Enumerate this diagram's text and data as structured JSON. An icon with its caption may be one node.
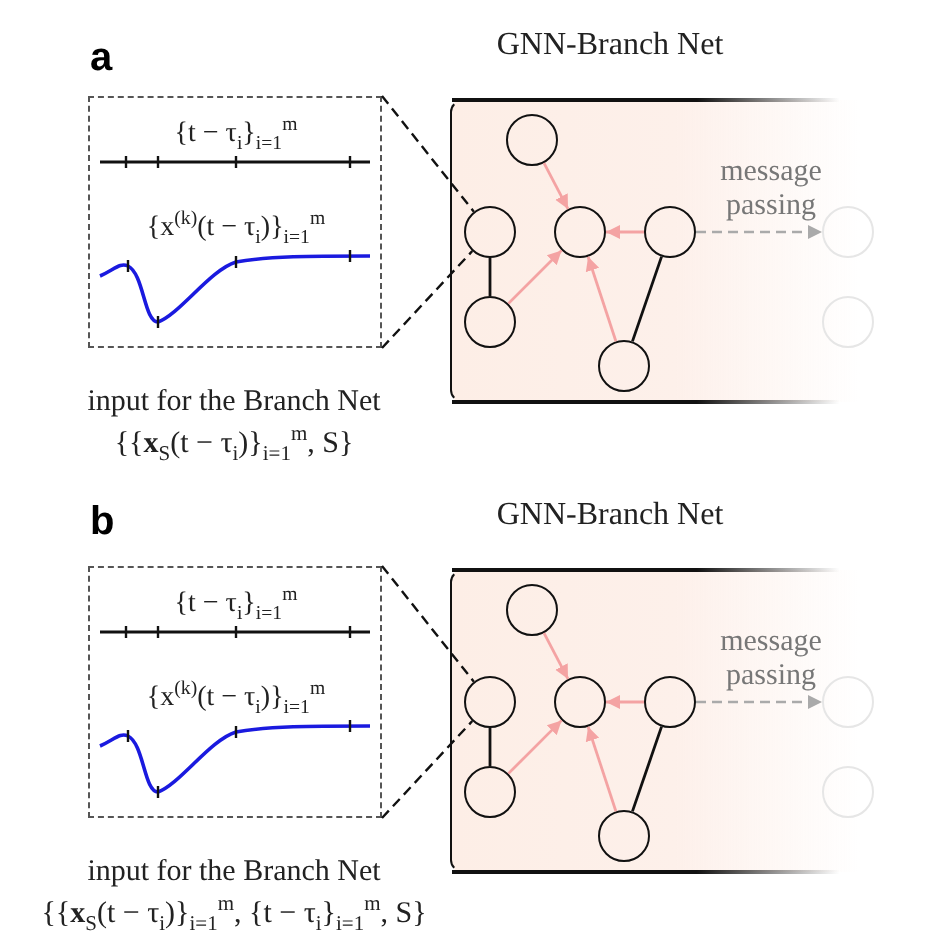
{
  "diagram": {
    "nodes": [
      {
        "text": [
          "{t − τ$_{i}$}$_{i=1}$$^{m}$",
          "{x$^{(k)}$(t − τ$_{i}$)}$_{i=1}$$^{m}$"
        ],
        "beside": [
          "input for the Branch Net",
          "{{**x**$_{S}$(t − τ$_{i}$)}$_{i=1}$$^{m}$, S}"
        ]
      },
      {
        "text": [
          "GNN-Branch Net"
        ]
      },
      {
        "text": [],
        "shape": "circle",
        "in": 1
      },
      {
        "text": [],
        "shape": "circle",
        "in": 1
      },
      {
        "text": [],
        "shape": "circle",
        "in": 1
      },
      {
        "text": [],
        "shape": "circle",
        "in": 1
      },
      {
        "text": [],
        "shape": "circle",
        "in": 1
      },
      {
        "text": [],
        "shape": "circle",
        "in": 1
      },
      {
        "text": [],
        "shape": "circle",
        "in": 1
      },
      {
        "text": [],
        "shape": "circle",
        "in": 1
      },
      {
        "text": [
          "{t − τ$_{i}$}$_{i=1}$$^{m}$",
          "{x$^{(k)}$(t − τ$_{i}$)}$_{i=1}$$^{m}$"
        ],
        "beside": [
          "input for the Branch Net",
          "{{**x**$_{S}$(t − τ$_{i}$)}$_{i=1}$$^{m}$, {t − τ$_{i}$}$_{i=1}$$^{m}$, S}"
        ]
      },
      {
        "text": [
          "GNN-Branch Net"
        ]
      },
      {
        "text": [],
        "shape": "circle",
        "in": 11
      },
      {
        "text": [],
        "shape": "circle",
        "in": 11
      },
      {
        "text": [],
        "shape": "circle",
        "in": 11
      },
      {
        "text": [],
        "shape": "circle",
        "in": 11
      },
      {
        "text": [],
        "shape": "circle",
        "in": 11
      },
      {
        "text": [],
        "shape": "circle",
        "in": 11
      },
      {
        "text": [],
        "shape": "circle",
        "in": 11
      },
      {
        "text": [],
        "shape": "circle",
        "in": 11
      }
    ],
    "edges": [
      {
        "from": 2,
        "to": 4,
        "arrow": "to",
        "color": "#f4a3a3"
      },
      {
        "from": 5,
        "to": 4,
        "arrow": "to",
        "color": "#f4a3a3"
      },
      {
        "from": 6,
        "to": 4,
        "arrow": "to",
        "color": "#f4a3a3"
      },
      {
        "from": 7,
        "to": 4,
        "arrow": "to",
        "color": "#f4a3a3"
      },
      {
        "from": 3,
        "to": 6,
        "arrow": "none",
        "color": "#111111"
      },
      {
        "from": 5,
        "to": 7,
        "arrow": "none",
        "color": "#111111"
      },
      {
        "from": 5,
        "to": 8,
        "arrow": "to",
        "label": "message passing",
        "style": "dashed",
        "color": "#aaaaaa"
      },
      {
        "from": 0,
        "to": 3,
        "arrow": "none",
        "style": "dashed",
        "color": "#111111"
      },
      {
        "from": 0,
        "to": 3,
        "arrow": "none",
        "style": "dashed",
        "color": "#111111"
      },
      {
        "from": 12,
        "to": 14,
        "arrow": "to",
        "color": "#f4a3a3"
      },
      {
        "from": 15,
        "to": 14,
        "arrow": "to",
        "color": "#f4a3a3"
      },
      {
        "from": 16,
        "to": 14,
        "arrow": "to",
        "color": "#f4a3a3"
      },
      {
        "from": 17,
        "to": 14,
        "arrow": "to",
        "color": "#f4a3a3"
      },
      {
        "from": 13,
        "to": 16,
        "arrow": "none",
        "color": "#111111"
      },
      {
        "from": 15,
        "to": 17,
        "arrow": "none",
        "color": "#111111"
      },
      {
        "from": 15,
        "to": 18,
        "arrow": "to",
        "label": "message passing",
        "style": "dashed",
        "color": "#aaaaaa"
      },
      {
        "from": 10,
        "to": 13,
        "arrow": "none",
        "style": "dashed",
        "color": "#111111"
      },
      {
        "from": 10,
        "to": 13,
        "arrow": "none",
        "style": "dashed",
        "color": "#111111"
      }
    ],
    "labels": [
      "a",
      "b"
    ]
  }
}
